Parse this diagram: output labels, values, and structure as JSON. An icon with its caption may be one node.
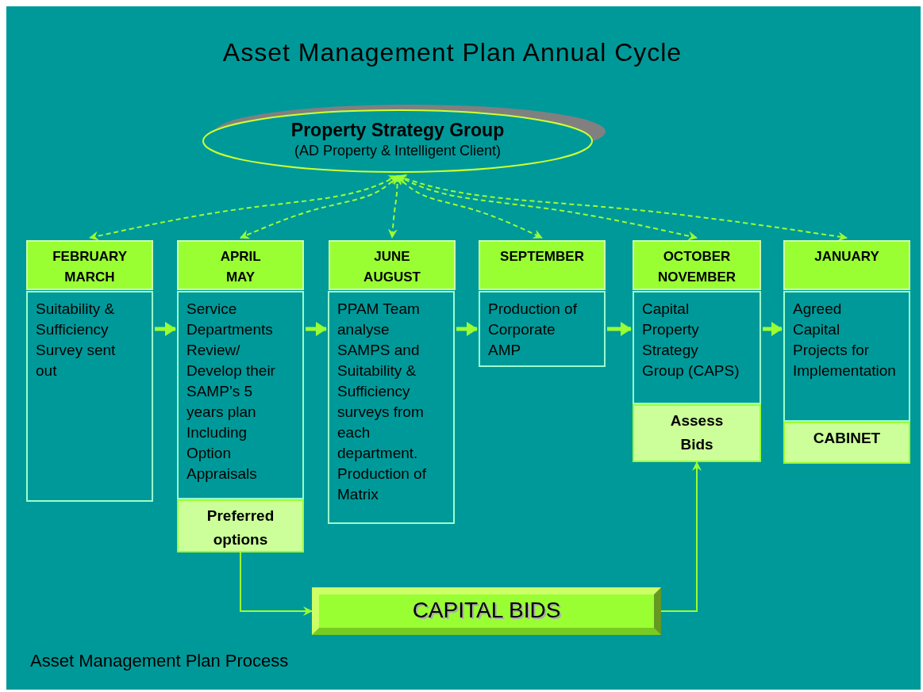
{
  "diagram": {
    "title": "Asset Management Plan Annual Cycle",
    "caption": "Asset Management Plan Process",
    "nodes": [
      {
        "text": [
          "Property Strategy Group",
          "(AD Property & Intelligent Client)"
        ]
      },
      {
        "text": [
          "FEBRUARY MARCH"
        ]
      },
      {
        "text": [
          "Suitability & Sufficiency Survey sent out"
        ]
      },
      {
        "text": [
          "APRIL MAY"
        ]
      },
      {
        "text": [
          "Service Departments Review/ Develop their SAMP’s 5 years plan Including Option Appraisals"
        ]
      },
      {
        "text": [
          "Preferred options"
        ]
      },
      {
        "text": [
          "JUNE AUGUST"
        ]
      },
      {
        "text": [
          "PPAM Team analyse SAMPS and Suitability & Sufficiency surveys from each department. Production of Matrix"
        ]
      },
      {
        "text": [
          "SEPTEMBER"
        ]
      },
      {
        "text": [
          "Production of Corporate AMP"
        ]
      },
      {
        "text": [
          "OCTOBER NOVEMBER"
        ]
      },
      {
        "text": [
          "Capital Property Strategy Group (CAPS)"
        ]
      },
      {
        "text": [
          "Assess Bids"
        ]
      },
      {
        "text": [
          "JANUARY"
        ]
      },
      {
        "text": [
          "Agreed Capital Projects for Implementation"
        ]
      },
      {
        "text": [
          "CABINET"
        ]
      },
      {
        "text": [
          "CAPITAL BIDS"
        ]
      }
    ],
    "edges": [
      {
        "from": 0,
        "to": 1,
        "arrow": "both",
        "style": "dashed"
      },
      {
        "from": 0,
        "to": 3,
        "arrow": "both",
        "style": "dashed"
      },
      {
        "from": 0,
        "to": 6,
        "arrow": "both",
        "style": "dashed"
      },
      {
        "from": 0,
        "to": 8,
        "arrow": "both",
        "style": "dashed"
      },
      {
        "from": 0,
        "to": 10,
        "arrow": "both",
        "style": "dashed"
      },
      {
        "from": 0,
        "to": 13,
        "arrow": "both",
        "style": "dashed"
      },
      {
        "from": 2,
        "to": 4,
        "arrow": "to",
        "style": "thick"
      },
      {
        "from": 4,
        "to": 7,
        "arrow": "to",
        "style": "thick"
      },
      {
        "from": 7,
        "to": 9,
        "arrow": "to",
        "style": "thick"
      },
      {
        "from": 9,
        "to": 11,
        "arrow": "to",
        "style": "thick"
      },
      {
        "from": 11,
        "to": 14,
        "arrow": "to",
        "style": "thick"
      },
      {
        "from": 5,
        "to": 16,
        "arrow": "to"
      },
      {
        "from": 16,
        "to": 12,
        "arrow": "to"
      }
    ]
  }
}
